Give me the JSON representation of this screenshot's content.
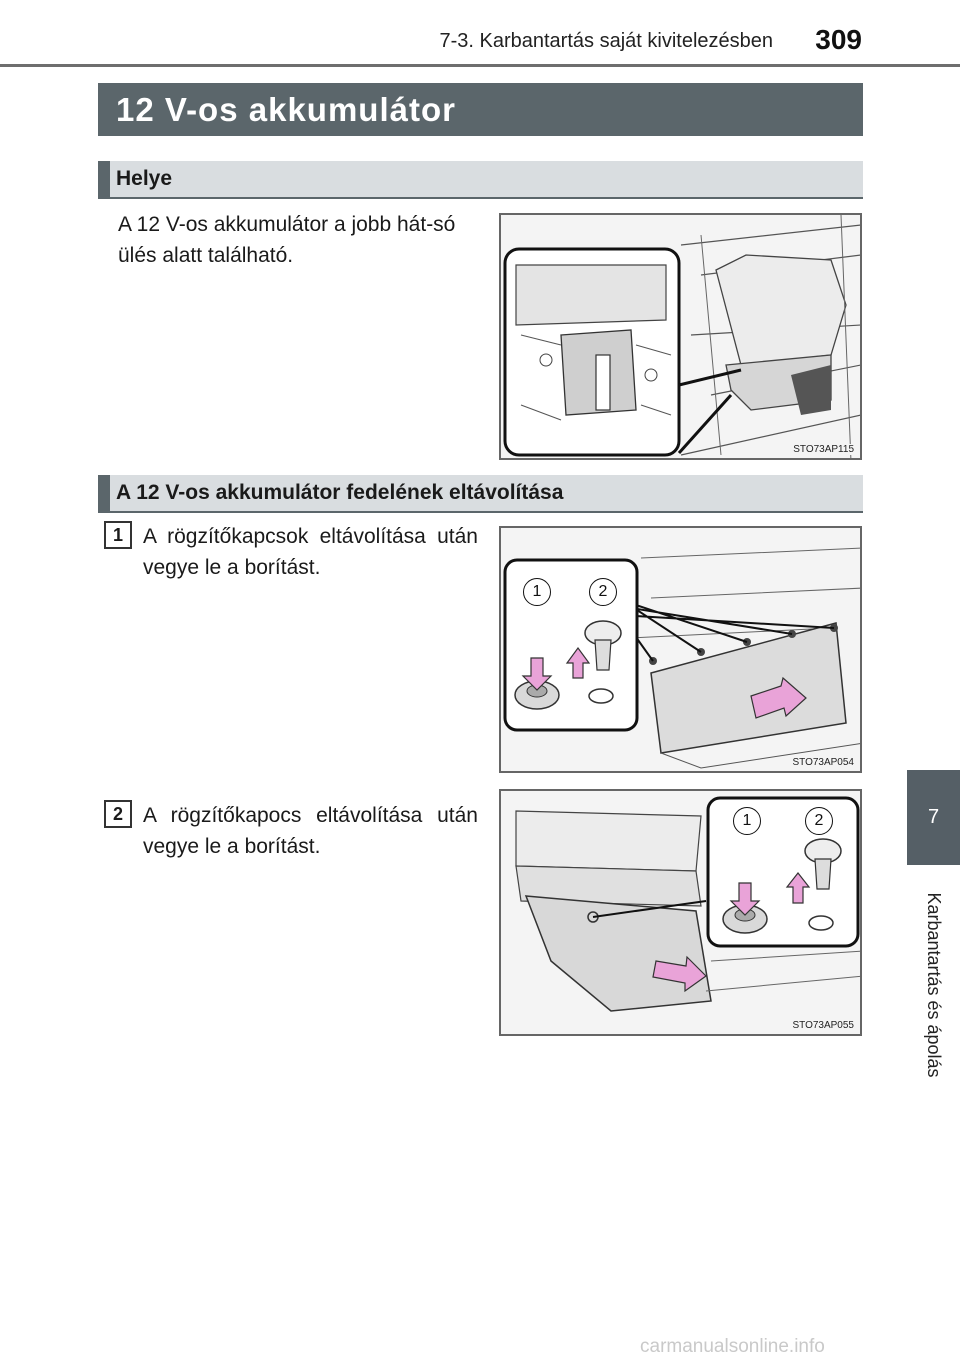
{
  "header": {
    "section": "7-3. Karbantartás saját kivitelezésben",
    "page_number": "309"
  },
  "side_tab": {
    "chapter_number": "7",
    "chapter_title": "Karbantartás és ápolás"
  },
  "title": "12 V-os akkumulátor",
  "sections": [
    {
      "heading": "Helye",
      "text": "A 12 V-os akkumulátor a jobb hát-só ülés alatt található.",
      "figure_code": "STO73AP115"
    },
    {
      "heading": "A 12 V-os akkumulátor fedelének eltávolítása",
      "steps": [
        {
          "number": "1",
          "text": "A rögzítőkapcsok eltávolítása után vegye le a borítást.",
          "figure_code": "STO73AP054",
          "callouts": [
            "1",
            "2"
          ]
        },
        {
          "number": "2",
          "text": "A rögzítőkapocs eltávolítása után vegye le a borítást.",
          "figure_code": "STO73AP055",
          "callouts": [
            "1",
            "2"
          ]
        }
      ]
    }
  ],
  "watermark": "carmanualsonline.info",
  "colors": {
    "title_bar": "#5b666b",
    "subhead_bg": "#d9dde0",
    "arrow_pink": "#e9a3d8"
  }
}
